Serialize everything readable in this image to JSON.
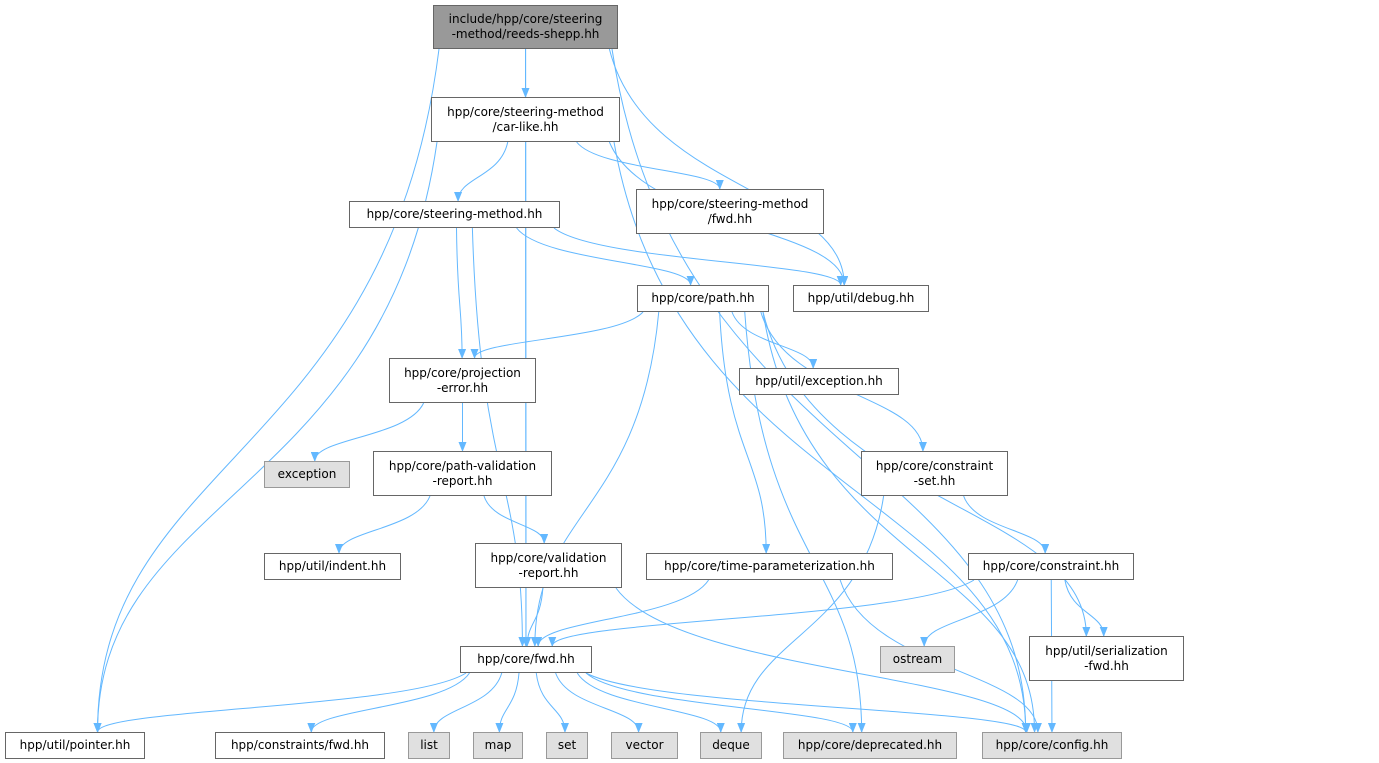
{
  "colors": {
    "edge": "#63b8ff",
    "root_fill": "#999999",
    "external_fill": "#e0e0e0"
  },
  "nodes": {
    "root": {
      "lines": [
        "include/hpp/core/steering",
        "-method/reeds-shepp.hh"
      ]
    },
    "carlike": {
      "lines": [
        "hpp/core/steering-method",
        "/car-like.hh"
      ]
    },
    "sm": {
      "lines": [
        "hpp/core/steering-method.hh"
      ]
    },
    "smfwd": {
      "lines": [
        "hpp/core/steering-method",
        "/fwd.hh"
      ]
    },
    "path": {
      "lines": [
        "hpp/core/path.hh"
      ]
    },
    "debug": {
      "lines": [
        "hpp/util/debug.hh"
      ]
    },
    "projerr": {
      "lines": [
        "hpp/core/projection",
        "-error.hh"
      ]
    },
    "utilexc": {
      "lines": [
        "hpp/util/exception.hh"
      ]
    },
    "exception": {
      "lines": [
        "exception"
      ]
    },
    "pvr": {
      "lines": [
        "hpp/core/path-validation",
        "-report.hh"
      ]
    },
    "cset": {
      "lines": [
        "hpp/core/constraint",
        "-set.hh"
      ]
    },
    "indent": {
      "lines": [
        "hpp/util/indent.hh"
      ]
    },
    "vr": {
      "lines": [
        "hpp/core/validation",
        "-report.hh"
      ]
    },
    "timep": {
      "lines": [
        "hpp/core/time-parameterization.hh"
      ]
    },
    "constraint": {
      "lines": [
        "hpp/core/constraint.hh"
      ]
    },
    "fwd": {
      "lines": [
        "hpp/core/fwd.hh"
      ]
    },
    "ostream": {
      "lines": [
        "ostream"
      ]
    },
    "serfwd": {
      "lines": [
        "hpp/util/serialization",
        "-fwd.hh"
      ]
    },
    "pointer": {
      "lines": [
        "hpp/util/pointer.hh"
      ]
    },
    "csfwd": {
      "lines": [
        "hpp/constraints/fwd.hh"
      ]
    },
    "list": {
      "lines": [
        "list"
      ]
    },
    "map": {
      "lines": [
        "map"
      ]
    },
    "set": {
      "lines": [
        "set"
      ]
    },
    "vector": {
      "lines": [
        "vector"
      ]
    },
    "deque": {
      "lines": [
        "deque"
      ]
    },
    "deprecated": {
      "lines": [
        "hpp/core/deprecated.hh"
      ]
    },
    "config": {
      "lines": [
        "hpp/core/config.hh"
      ]
    }
  },
  "edges": [
    [
      "root",
      "pointer"
    ],
    [
      "root",
      "fwd"
    ],
    [
      "root",
      "carlike"
    ],
    [
      "root",
      "debug"
    ],
    [
      "root",
      "config"
    ],
    [
      "carlike",
      "pointer"
    ],
    [
      "carlike",
      "fwd"
    ],
    [
      "carlike",
      "sm"
    ],
    [
      "carlike",
      "smfwd"
    ],
    [
      "carlike",
      "debug"
    ],
    [
      "carlike",
      "config"
    ],
    [
      "sm",
      "projerr"
    ],
    [
      "sm",
      "fwd"
    ],
    [
      "sm",
      "path"
    ],
    [
      "sm",
      "debug"
    ],
    [
      "path",
      "projerr"
    ],
    [
      "path",
      "fwd"
    ],
    [
      "path",
      "utilexc"
    ],
    [
      "path",
      "cset"
    ],
    [
      "path",
      "timep"
    ],
    [
      "path",
      "serfwd"
    ],
    [
      "path",
      "config"
    ],
    [
      "path",
      "deprecated"
    ],
    [
      "projerr",
      "exception"
    ],
    [
      "projerr",
      "pvr"
    ],
    [
      "pvr",
      "indent"
    ],
    [
      "pvr",
      "vr"
    ],
    [
      "vr",
      "fwd"
    ],
    [
      "vr",
      "config"
    ],
    [
      "cset",
      "deque"
    ],
    [
      "cset",
      "constraint"
    ],
    [
      "timep",
      "fwd"
    ],
    [
      "timep",
      "config"
    ],
    [
      "constraint",
      "fwd"
    ],
    [
      "constraint",
      "ostream"
    ],
    [
      "constraint",
      "serfwd"
    ],
    [
      "constraint",
      "config"
    ],
    [
      "fwd",
      "pointer"
    ],
    [
      "fwd",
      "csfwd"
    ],
    [
      "fwd",
      "list"
    ],
    [
      "fwd",
      "map"
    ],
    [
      "fwd",
      "set"
    ],
    [
      "fwd",
      "vector"
    ],
    [
      "fwd",
      "deque"
    ],
    [
      "fwd",
      "deprecated"
    ],
    [
      "fwd",
      "config"
    ]
  ]
}
